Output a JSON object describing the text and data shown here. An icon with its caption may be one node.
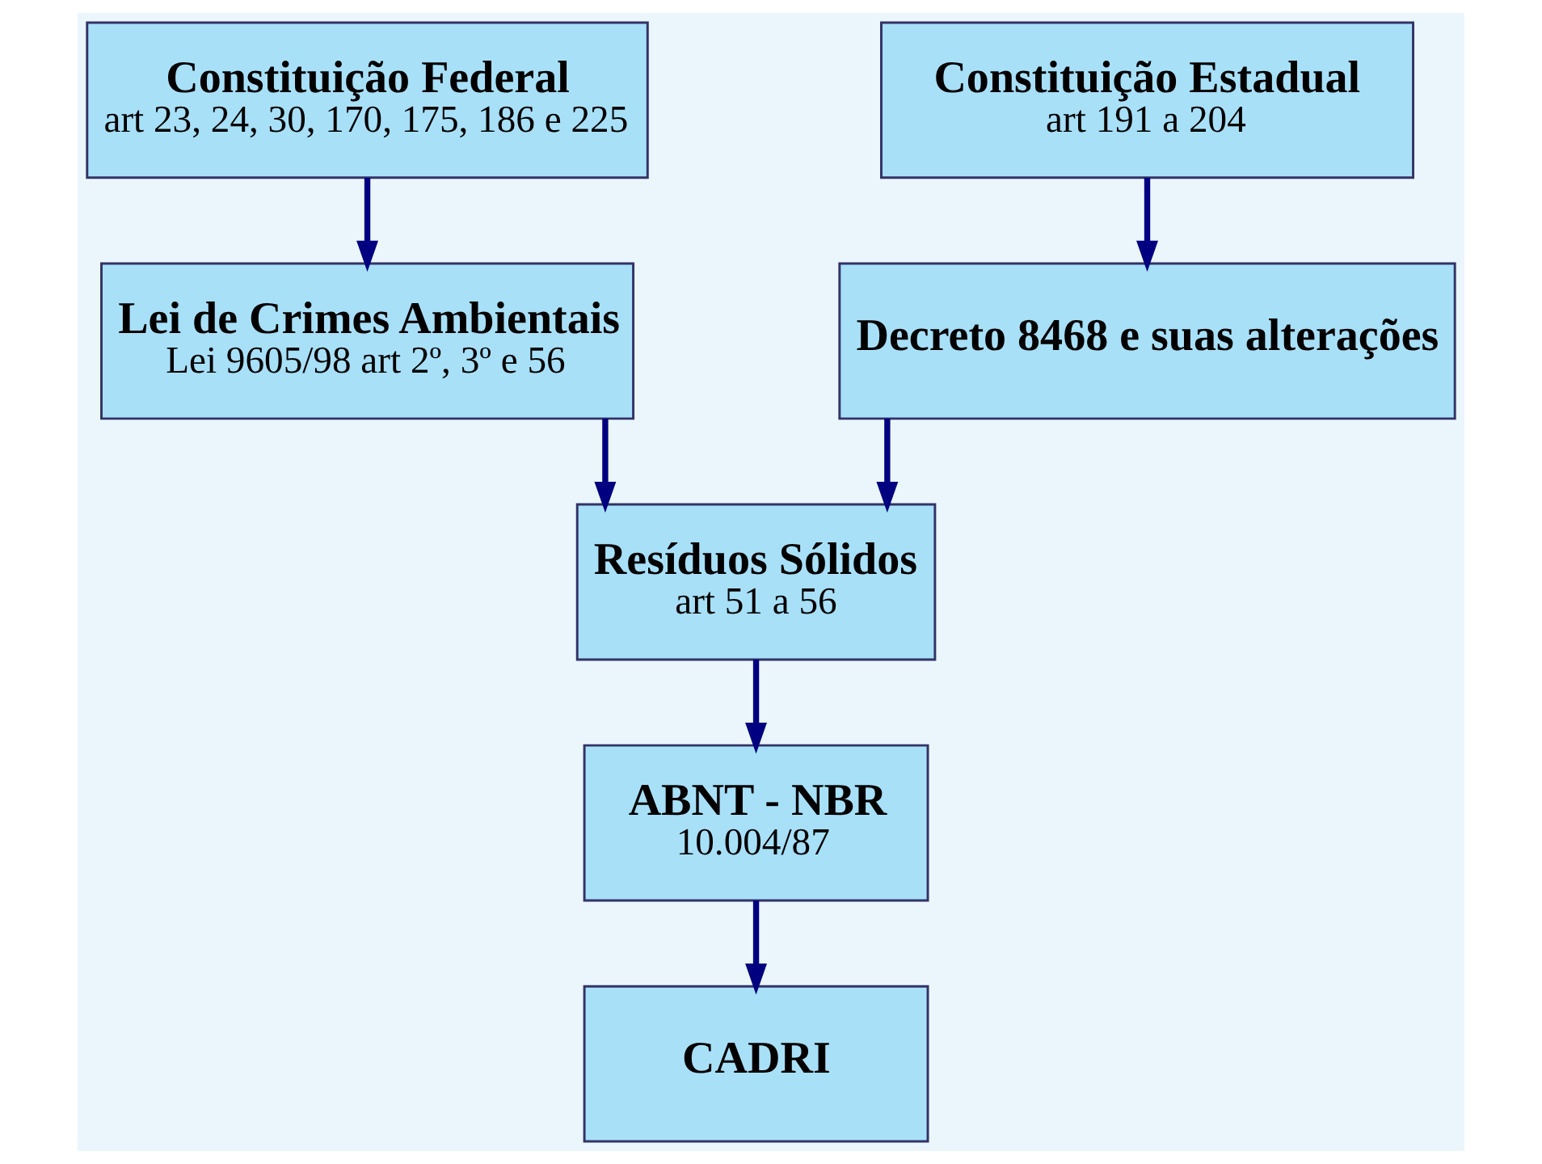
{
  "diagram": {
    "nodes": [
      {
        "text": [
          "Constituição Federal",
          "art 23, 24, 30, 170, 175, 186 e 225"
        ]
      },
      {
        "text": [
          "Constituição Estadual",
          "art 191 a 204"
        ]
      },
      {
        "text": [
          "Lei de Crimes Ambientais",
          "Lei 9605/98 art 2º, 3º e 56"
        ]
      },
      {
        "text": [
          "Decreto 8468 e suas alterações"
        ]
      },
      {
        "text": [
          "Resíduos Sólidos",
          "art 51 a 56"
        ]
      },
      {
        "text": [
          "ABNT - NBR",
          "10.004/87"
        ]
      },
      {
        "text": [
          "CADRI"
        ]
      }
    ],
    "edges": [
      {
        "from": 0,
        "to": 2,
        "arrow": "to"
      },
      {
        "from": 1,
        "to": 3,
        "arrow": "to"
      },
      {
        "from": 2,
        "to": 4,
        "arrow": "to"
      },
      {
        "from": 3,
        "to": 4,
        "arrow": "to"
      },
      {
        "from": 4,
        "to": 5,
        "arrow": "to"
      },
      {
        "from": 5,
        "to": 6,
        "arrow": "to"
      }
    ]
  }
}
